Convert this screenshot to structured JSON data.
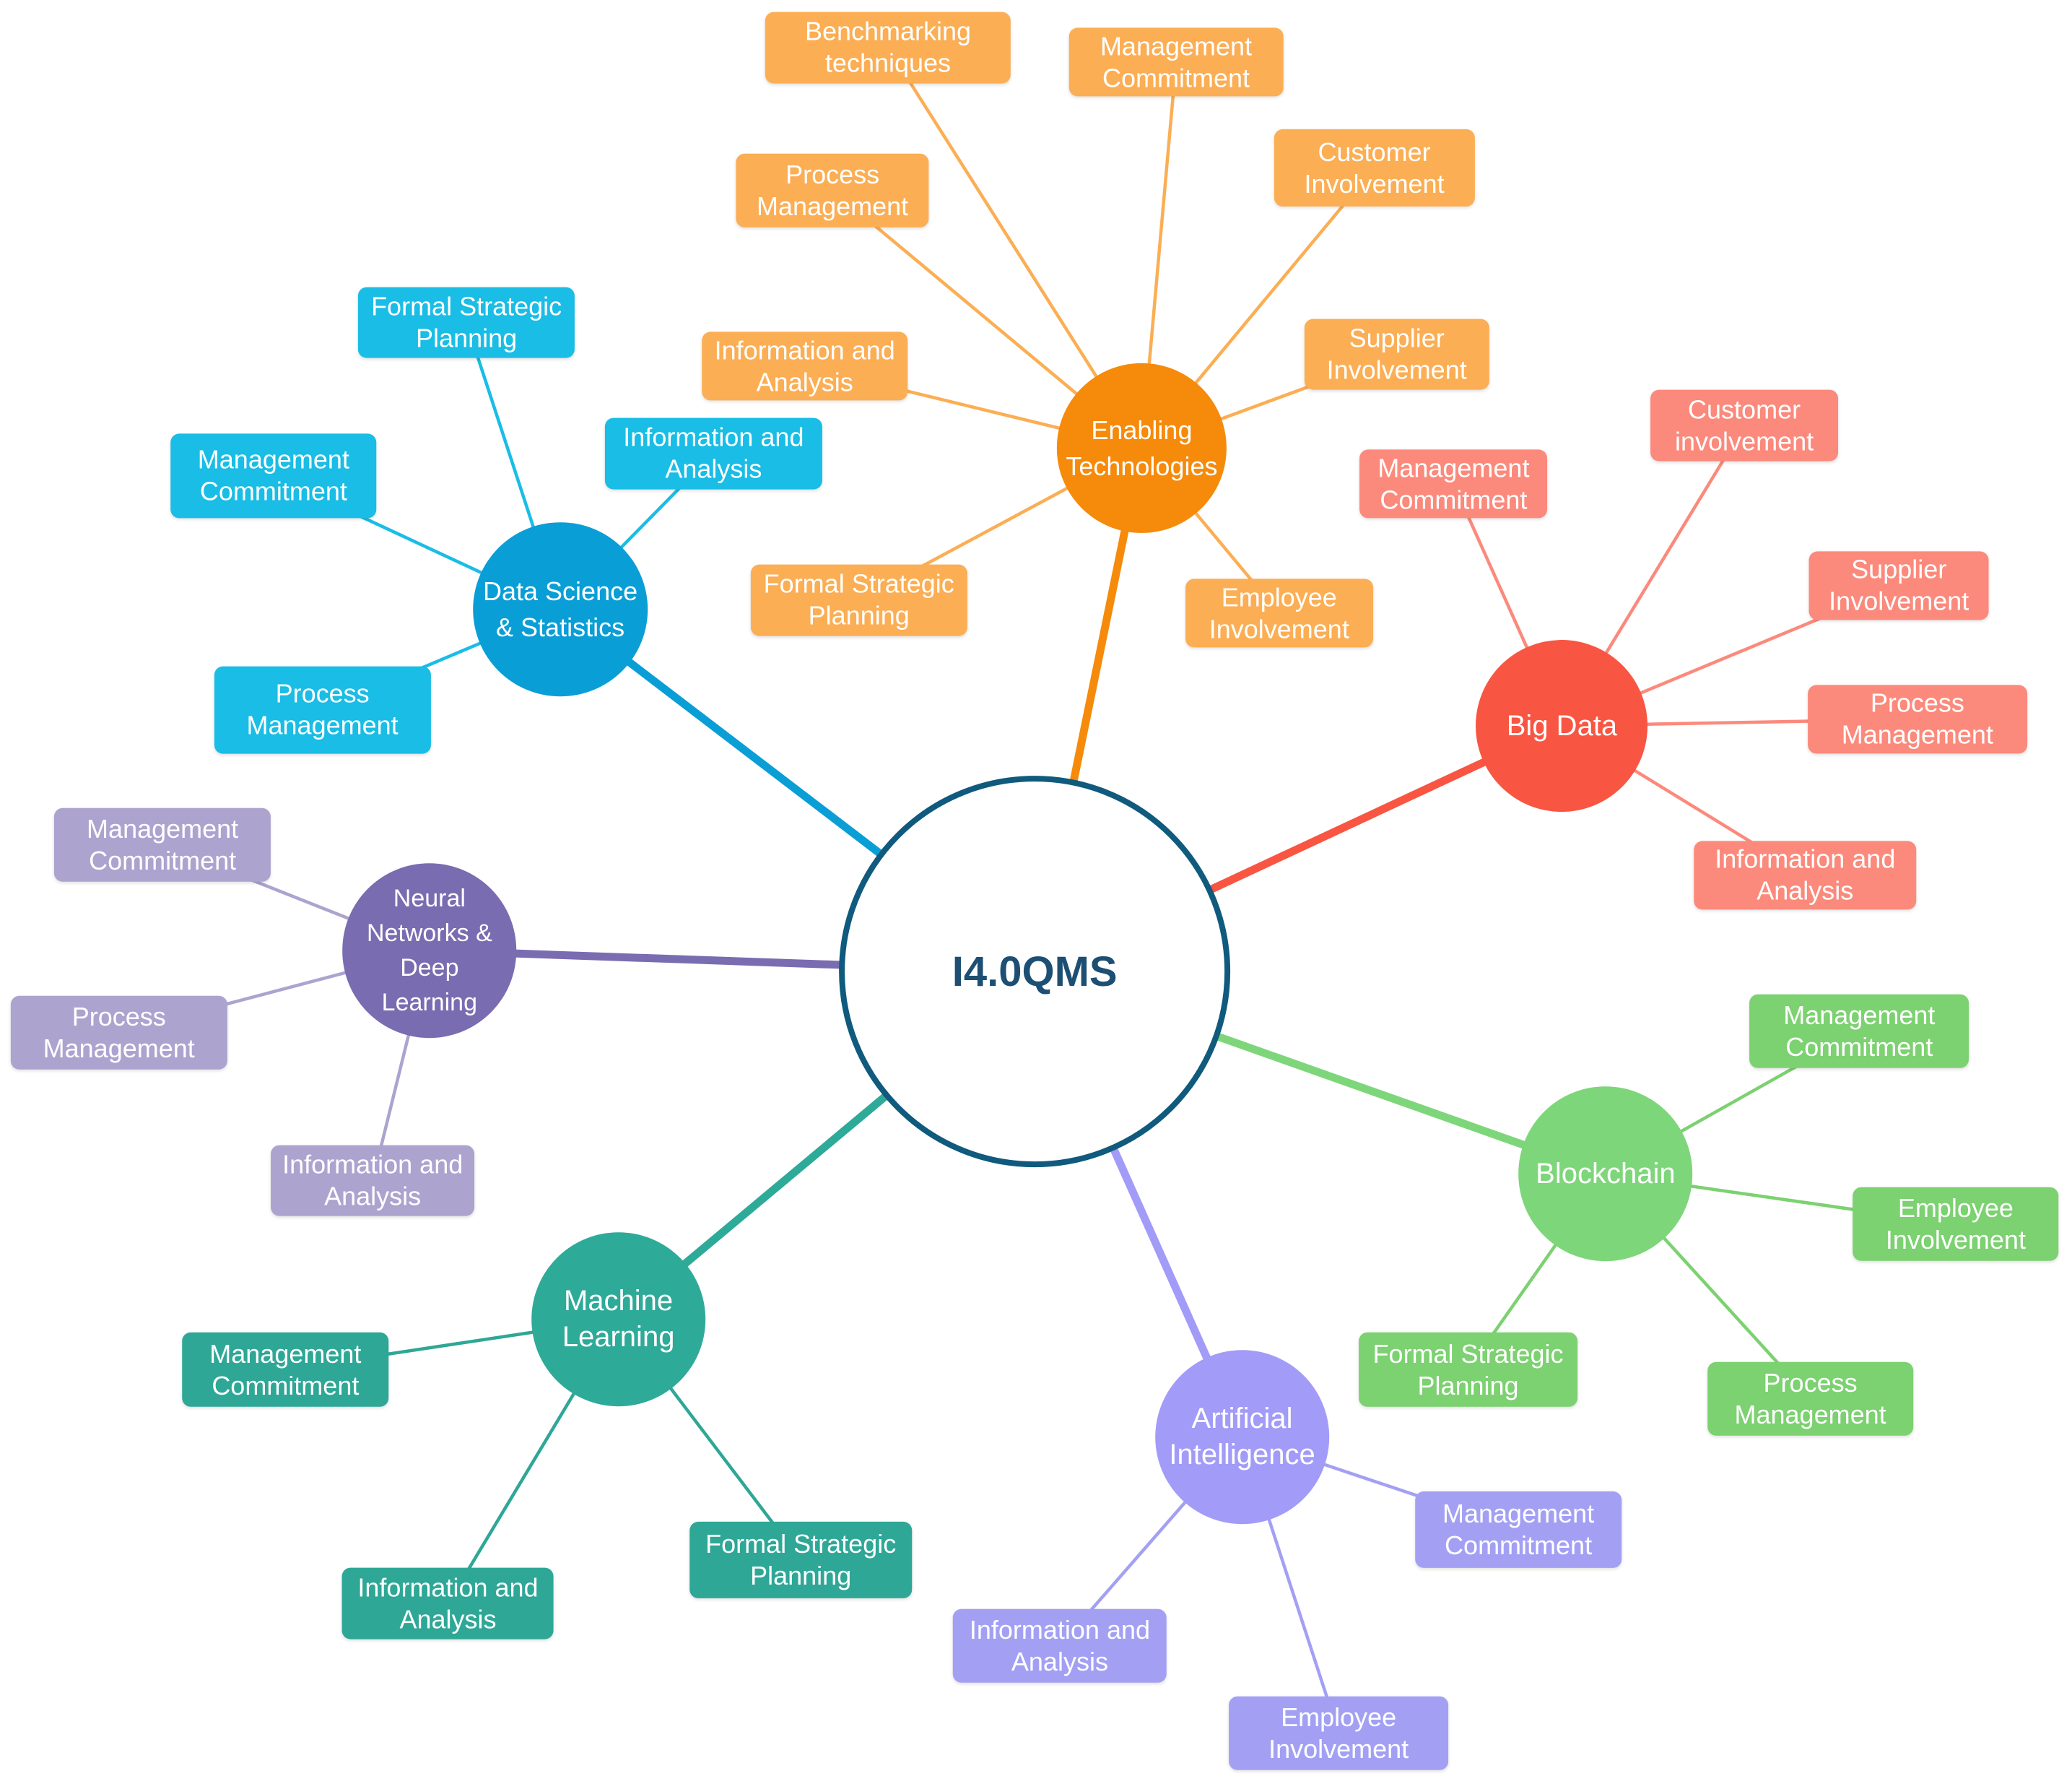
{
  "center": {
    "label": "I4.0QMS"
  },
  "colors": {
    "enabling": "#f68a0a",
    "enabling_leaf": "#fbae54",
    "bigdata": "#f85542",
    "bigdata_leaf": "#fb8a7c",
    "blockchain": "#7ed67a",
    "blockchain_leaf": "#7cd170",
    "ai": "#a29bf8",
    "ai_leaf": "#a3a0f4",
    "ml": "#2eaa98",
    "ml_leaf": "#2ea796",
    "nn": "#7a6cb0",
    "nn_leaf": "#ada3cf",
    "ds": "#0a9ed6",
    "ds_leaf": "#19bde5",
    "center_border": "#0f5a7d"
  },
  "branches": [
    {
      "id": "enabling",
      "label": "Enabling\nTechnologies",
      "leaves": [
        "Benchmarking\ntechniques",
        "Management\nCommitment",
        "Customer\nInvolvement",
        "Supplier\nInvolvement",
        "Employee\nInvolvement",
        "Formal Strategic\nPlanning",
        "Information and\nAnalysis",
        "Process\nManagement"
      ]
    },
    {
      "id": "bigdata",
      "label": "Big Data",
      "leaves": [
        "Management\nCommitment",
        "Customer\ninvolvement",
        "Supplier\nInvolvement",
        "Process\nManagement",
        "Information and\nAnalysis"
      ]
    },
    {
      "id": "blockchain",
      "label": "Blockchain",
      "leaves": [
        "Management\nCommitment",
        "Employee\nInvolvement",
        "Process\nManagement",
        "Formal Strategic\nPlanning"
      ]
    },
    {
      "id": "ai",
      "label": "Artificial\nIntelligence",
      "leaves": [
        "Management\nCommitment",
        "Employee\nInvolvement",
        "Information and\nAnalysis"
      ]
    },
    {
      "id": "ml",
      "label": "Machine\nLearning",
      "leaves": [
        "Management\nCommitment",
        "Information and\nAnalysis",
        "Formal Strategic\nPlanning"
      ]
    },
    {
      "id": "nn",
      "label": "Neural\nNetworks &\nDeep\nLearning",
      "leaves": [
        "Management\nCommitment",
        "Process\nManagement",
        "Information and\nAnalysis"
      ]
    },
    {
      "id": "ds",
      "label": "Data Science\n& Statistics",
      "leaves": [
        "Formal Strategic\nPlanning",
        "Information and\nAnalysis",
        "Management\nCommitment",
        "Process\nManagement"
      ]
    }
  ]
}
